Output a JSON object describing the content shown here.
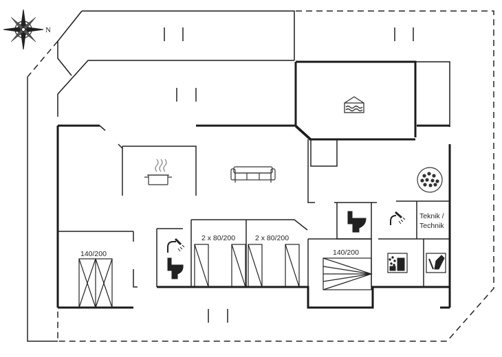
{
  "colors": {
    "background": "#ffffff",
    "wall": "#1a1a1a",
    "line": "#222222",
    "icon": "#333333"
  },
  "compass": {
    "label": "N",
    "icon": "compass-rose-icon"
  },
  "bed_labels": {
    "bed_left": "140/200",
    "bunk_1": "2 x 80/200",
    "bunk_2": "2 x 80/200",
    "bed_right": "140/200"
  },
  "room_labels": {
    "tech_line1": "Teknik /",
    "tech_line2": "Technik"
  },
  "icons": [
    "pool-icon",
    "kitchen-stove-icon",
    "sofa-icon",
    "hot-tub-icon",
    "shower-icon",
    "toilet-icon",
    "washing-machine-icon",
    "dryer-icon"
  ]
}
